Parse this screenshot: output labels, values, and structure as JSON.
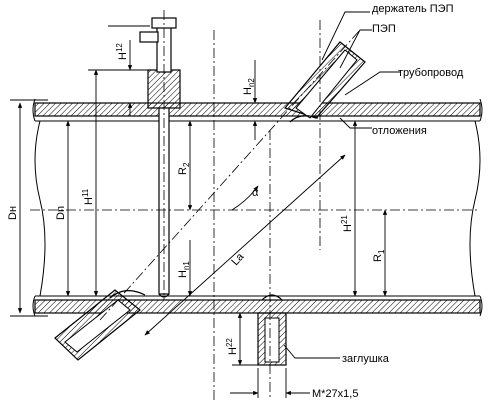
{
  "callouts": {
    "holder": "держатель ПЭП",
    "transducer": "ПЭП",
    "pipeline": "трубопровод",
    "deposits": "отложения",
    "plug": "заглушка",
    "thread": "M*27x1,5"
  },
  "dimensions": {
    "outer_diameter": {
      "main": "D",
      "sub": "н"
    },
    "inner_diameter": {
      "main": "D",
      "sub": "n"
    },
    "h11": {
      "main": "H",
      "sup": "11"
    },
    "h12": {
      "main": "H",
      "sup": "12"
    },
    "h21": {
      "main": "H",
      "sup": "21"
    },
    "h22": {
      "main": "H",
      "sup": "22"
    },
    "hn1": {
      "main": "H",
      "sub": "n1"
    },
    "hn2": {
      "main": "H",
      "sub": "n2"
    },
    "r1": {
      "main": "R",
      "sub": "1"
    },
    "r2": {
      "main": "R",
      "sub": "2"
    },
    "la": {
      "main": "La"
    },
    "alpha": {
      "main": "α"
    }
  }
}
